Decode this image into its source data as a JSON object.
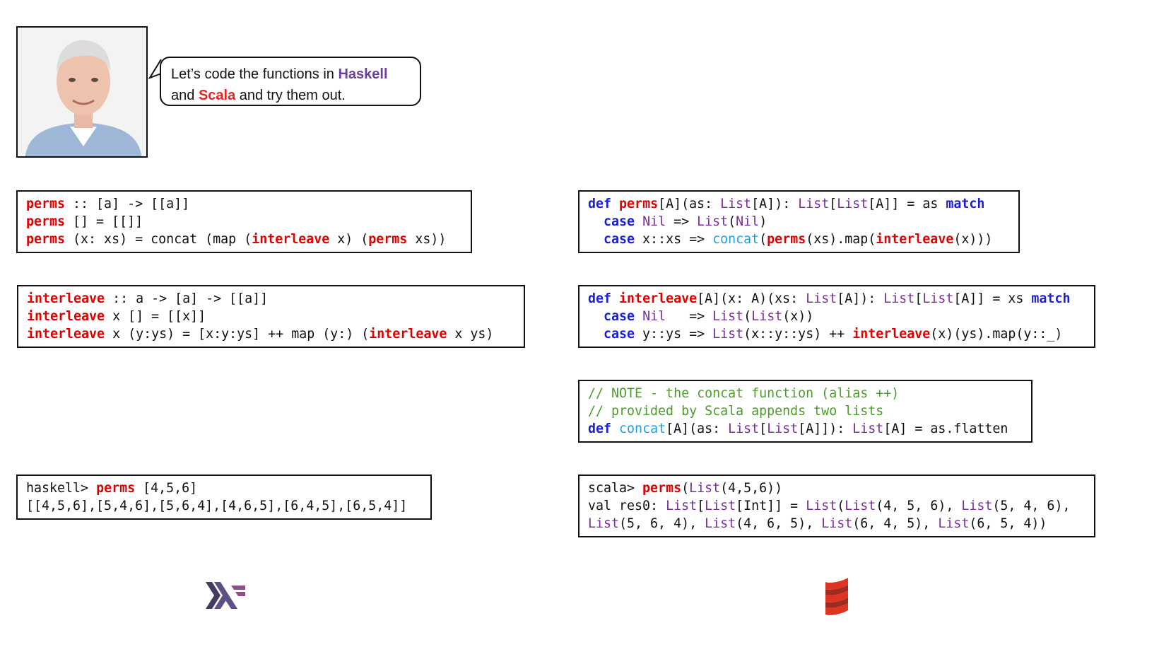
{
  "speech_bubble": {
    "line1_pre": "Let’s code the functions in ",
    "line1_lang": "Haskell",
    "line2_pre": "and ",
    "line2_lang": "Scala",
    "line2_post": " and try them out."
  },
  "haskell_perms": [
    [
      {
        "t": "perms",
        "c": "r"
      },
      {
        "t": " :: [a] -> [[a]]",
        "c": ""
      }
    ],
    [
      {
        "t": "perms",
        "c": "r"
      },
      {
        "t": " [] = [[]]",
        "c": ""
      }
    ],
    [
      {
        "t": "perms",
        "c": "r"
      },
      {
        "t": " (x: xs) = concat (map (",
        "c": ""
      },
      {
        "t": "interleave",
        "c": "r"
      },
      {
        "t": " x) (",
        "c": ""
      },
      {
        "t": "perms",
        "c": "r"
      },
      {
        "t": " xs))",
        "c": ""
      }
    ]
  ],
  "haskell_interleave": [
    [
      {
        "t": "interleave",
        "c": "r"
      },
      {
        "t": " :: a -> [a] -> [[a]]",
        "c": ""
      }
    ],
    [
      {
        "t": "interleave",
        "c": "r"
      },
      {
        "t": " x [] = [[x]]",
        "c": ""
      }
    ],
    [
      {
        "t": "interleave",
        "c": "r"
      },
      {
        "t": " x (y:ys) = [x:y:ys] ++ map (y:) (",
        "c": ""
      },
      {
        "t": "interleave",
        "c": "r"
      },
      {
        "t": " x ys)",
        "c": ""
      }
    ]
  ],
  "haskell_repl": [
    [
      {
        "t": "haskell> ",
        "c": ""
      },
      {
        "t": "perms",
        "c": "r"
      },
      {
        "t": " [4,5,6]",
        "c": ""
      }
    ],
    [
      {
        "t": "[[4,5,6],[5,4,6],[5,6,4],[4,6,5],[6,4,5],[6,5,4]]",
        "c": ""
      }
    ]
  ],
  "scala_perms": [
    [
      {
        "t": "def",
        "c": "b"
      },
      {
        "t": " ",
        "c": ""
      },
      {
        "t": "perms",
        "c": "r"
      },
      {
        "t": "[A](as: ",
        "c": ""
      },
      {
        "t": "List",
        "c": "p"
      },
      {
        "t": "[A]): ",
        "c": ""
      },
      {
        "t": "List",
        "c": "p"
      },
      {
        "t": "[",
        "c": ""
      },
      {
        "t": "List",
        "c": "p"
      },
      {
        "t": "[A]] = as ",
        "c": ""
      },
      {
        "t": "match",
        "c": "b"
      }
    ],
    [
      {
        "t": "  ",
        "c": ""
      },
      {
        "t": "case",
        "c": "b"
      },
      {
        "t": " ",
        "c": ""
      },
      {
        "t": "Nil",
        "c": "p"
      },
      {
        "t": " => ",
        "c": ""
      },
      {
        "t": "List",
        "c": "p"
      },
      {
        "t": "(",
        "c": ""
      },
      {
        "t": "Nil",
        "c": "p"
      },
      {
        "t": ")",
        "c": ""
      }
    ],
    [
      {
        "t": "  ",
        "c": ""
      },
      {
        "t": "case",
        "c": "b"
      },
      {
        "t": " x::xs => ",
        "c": ""
      },
      {
        "t": "concat",
        "c": "c"
      },
      {
        "t": "(",
        "c": ""
      },
      {
        "t": "perms",
        "c": "r"
      },
      {
        "t": "(xs).map(",
        "c": ""
      },
      {
        "t": "interleave",
        "c": "r"
      },
      {
        "t": "(x)))",
        "c": ""
      }
    ]
  ],
  "scala_interleave": [
    [
      {
        "t": "def",
        "c": "b"
      },
      {
        "t": " ",
        "c": ""
      },
      {
        "t": "interleave",
        "c": "r"
      },
      {
        "t": "[A](x: A)(xs: ",
        "c": ""
      },
      {
        "t": "List",
        "c": "p"
      },
      {
        "t": "[A]): ",
        "c": ""
      },
      {
        "t": "List",
        "c": "p"
      },
      {
        "t": "[",
        "c": ""
      },
      {
        "t": "List",
        "c": "p"
      },
      {
        "t": "[A]] = xs ",
        "c": ""
      },
      {
        "t": "match",
        "c": "b"
      }
    ],
    [
      {
        "t": "  ",
        "c": ""
      },
      {
        "t": "case",
        "c": "b"
      },
      {
        "t": " ",
        "c": ""
      },
      {
        "t": "Nil",
        "c": "p"
      },
      {
        "t": "   => ",
        "c": ""
      },
      {
        "t": "List",
        "c": "p"
      },
      {
        "t": "(",
        "c": ""
      },
      {
        "t": "List",
        "c": "p"
      },
      {
        "t": "(x))",
        "c": ""
      }
    ],
    [
      {
        "t": "  ",
        "c": ""
      },
      {
        "t": "case",
        "c": "b"
      },
      {
        "t": " y::ys => ",
        "c": ""
      },
      {
        "t": "List",
        "c": "p"
      },
      {
        "t": "(x::y::ys) ++ ",
        "c": ""
      },
      {
        "t": "interleave",
        "c": "r"
      },
      {
        "t": "(x)(ys).map(y::_)",
        "c": ""
      }
    ]
  ],
  "scala_concat": [
    [
      {
        "t": "// NOTE - the concat function (alias ++)",
        "c": "g"
      }
    ],
    [
      {
        "t": "// provided by Scala appends two lists",
        "c": "g"
      }
    ],
    [
      {
        "t": "def",
        "c": "b"
      },
      {
        "t": " ",
        "c": ""
      },
      {
        "t": "concat",
        "c": "c"
      },
      {
        "t": "[A](as: ",
        "c": ""
      },
      {
        "t": "List",
        "c": "p"
      },
      {
        "t": "[",
        "c": ""
      },
      {
        "t": "List",
        "c": "p"
      },
      {
        "t": "[A]]): ",
        "c": ""
      },
      {
        "t": "List",
        "c": "p"
      },
      {
        "t": "[A] = as.flatten",
        "c": ""
      }
    ]
  ],
  "scala_repl": [
    [
      {
        "t": "scala> ",
        "c": ""
      },
      {
        "t": "perms",
        "c": "r"
      },
      {
        "t": "(",
        "c": ""
      },
      {
        "t": "List",
        "c": "p"
      },
      {
        "t": "(4,5,6))",
        "c": ""
      }
    ],
    [
      {
        "t": "val res0: ",
        "c": ""
      },
      {
        "t": "List",
        "c": "p"
      },
      {
        "t": "[",
        "c": ""
      },
      {
        "t": "List",
        "c": "p"
      },
      {
        "t": "[Int]] = ",
        "c": ""
      },
      {
        "t": "List",
        "c": "p"
      },
      {
        "t": "(",
        "c": ""
      },
      {
        "t": "List",
        "c": "p"
      },
      {
        "t": "(4, 5, 6), ",
        "c": ""
      },
      {
        "t": "List",
        "c": "p"
      },
      {
        "t": "(5, 4, 6),",
        "c": ""
      }
    ],
    [
      {
        "t": "List",
        "c": "p"
      },
      {
        "t": "(5, 6, 4), ",
        "c": ""
      },
      {
        "t": "List",
        "c": "p"
      },
      {
        "t": "(4, 6, 5), ",
        "c": ""
      },
      {
        "t": "List",
        "c": "p"
      },
      {
        "t": "(6, 4, 5), ",
        "c": ""
      },
      {
        "t": "List",
        "c": "p"
      },
      {
        "t": "(6, 5, 4))",
        "c": ""
      }
    ]
  ],
  "colors": {
    "haskell_purple": "#6b3fa0",
    "scala_red": "#e8241c",
    "function_red": "#e00000",
    "keyword_blue": "#1a1fd6",
    "type_purple": "#7a2d9e",
    "concat_cyan": "#1e9fe6",
    "comment_green": "#4a9d2a"
  },
  "icons": [
    "presenter-photo",
    "haskell-logo-icon",
    "scala-logo-icon"
  ]
}
